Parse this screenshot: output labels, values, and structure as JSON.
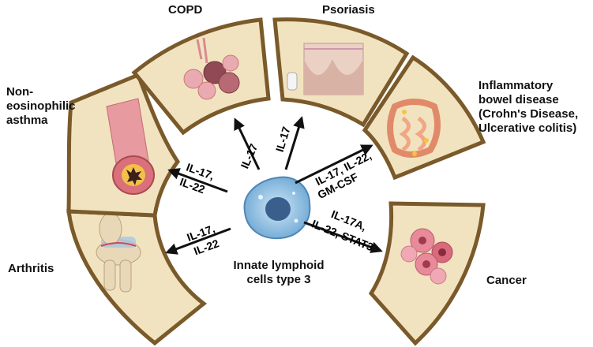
{
  "center": {
    "line1": "Innate lymphoid",
    "line2": "cells type 3"
  },
  "diseases": {
    "copd": "COPD",
    "psoriasis": "Psoriasis",
    "asthma": [
      "Non-",
      "eosinophilic",
      "asthma"
    ],
    "ibd": [
      "Inflammatory",
      "bowel disease",
      "(Crohn's Disease,",
      "Ulcerative colitis)"
    ],
    "arthritis": "Arthritis",
    "cancer": "Cancer"
  },
  "cytokines": {
    "copd": "IL-17",
    "psoriasis": "IL-17",
    "asthma": [
      "IL-17,",
      "IL-22"
    ],
    "arthritis": [
      "IL-17,",
      "IL-22"
    ],
    "ibd": [
      "IL-17, IL-22,",
      "GM-CSF"
    ],
    "cancer": [
      "IL-17A,",
      "IL-22, STAT3"
    ]
  },
  "colors": {
    "panel_fill": "#f2e3c0",
    "panel_stroke": "#7a5a2a",
    "cell": "#7fb8dc",
    "nucleus": "#3a5f8c"
  }
}
